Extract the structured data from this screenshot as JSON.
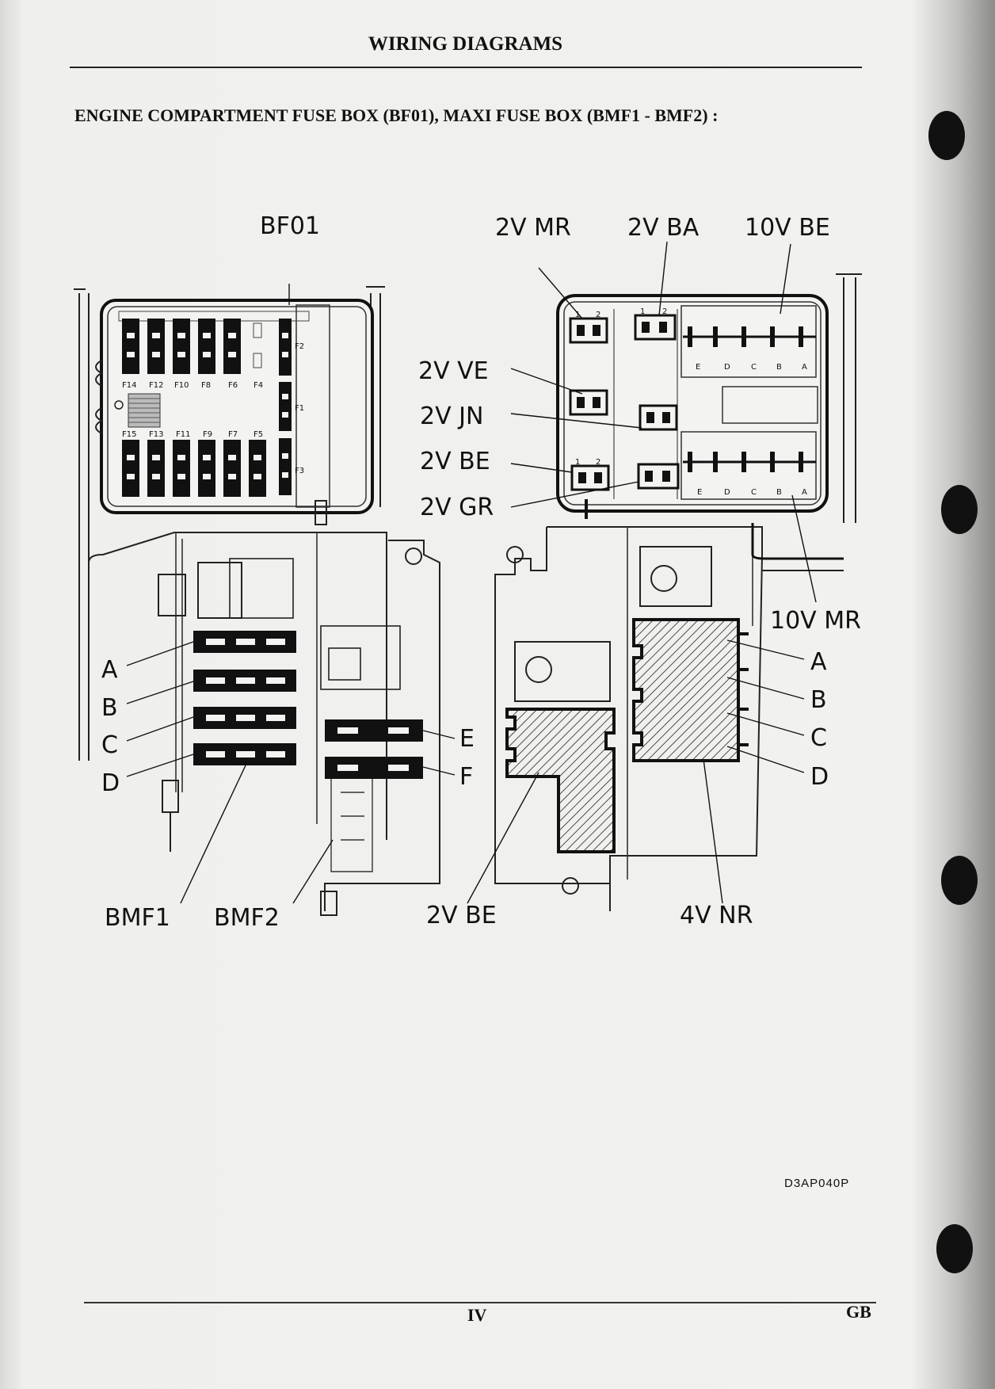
{
  "header": {
    "title": "WIRING DIAGRAMS"
  },
  "section": {
    "title": "ENGINE COMPARTMENT FUSE BOX (BF01), MAXI FUSE BOX (BMF1 - BMF2) :"
  },
  "footer": {
    "page": "IV",
    "lang": "GB"
  },
  "reference_code": "D3AP040P",
  "left_diagram": {
    "box_label": "BF01",
    "fuses_top": [
      "F14",
      "F12",
      "F10",
      "F8",
      "F6",
      "F4"
    ],
    "fuses_bottom": [
      "F15",
      "F13",
      "F11",
      "F9",
      "F7",
      "F5"
    ],
    "fuses_right": [
      "F2",
      "F1",
      "F3"
    ],
    "maxi_left": [
      "A",
      "B",
      "C",
      "D"
    ],
    "maxi_right": [
      "E",
      "F"
    ],
    "bottom_labels": [
      "BMF1",
      "BMF2"
    ]
  },
  "right_diagram": {
    "top_labels": [
      "2V MR",
      "2V BA",
      "10V BE"
    ],
    "left_labels": [
      "2V VE",
      "2V JN",
      "2V BE",
      "2V GR"
    ],
    "right_labels": [
      "10V MR",
      "A",
      "B",
      "C",
      "D"
    ],
    "bottom_labels": [
      "2V BE",
      "4V NR"
    ],
    "connector_pins": [
      "E",
      "D",
      "C",
      "B",
      "A"
    ],
    "pin_numbers": [
      "1",
      "2"
    ]
  }
}
